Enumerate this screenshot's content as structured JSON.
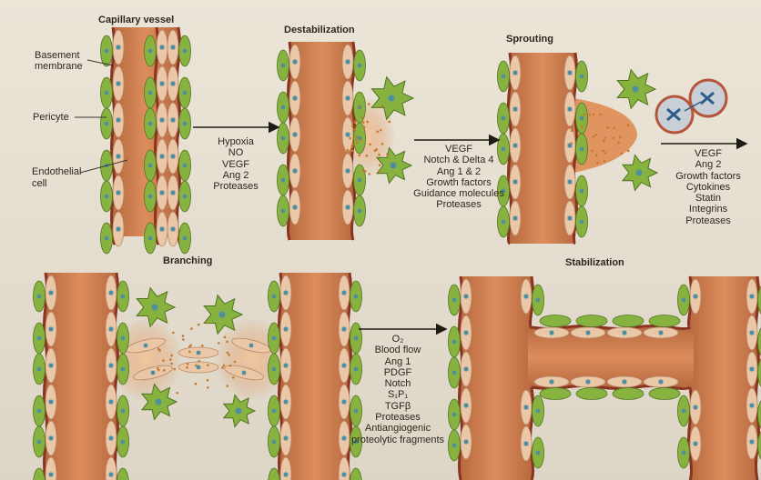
{
  "corner_mark": "",
  "stages": {
    "capillary": "Capillary vessel",
    "destabilization": "Destabilization",
    "sprouting": "Sprouting",
    "branching": "Branching",
    "stabilization": "Stabilization"
  },
  "labels": {
    "basement_membrane": "Basement\nmembrane",
    "pericyte": "Pericyte",
    "endothelial_cell": "Endothelial\ncell"
  },
  "factors": {
    "step1": [
      "Hypoxia",
      "NO",
      "VEGF",
      "Ang 2",
      "Proteases"
    ],
    "step2": [
      "VEGF",
      "Notch & Delta 4",
      "Ang 1 & 2",
      "Growth factors",
      "Guidance molecules",
      "Proteases"
    ],
    "step3": [
      "VEGF",
      "Ang 2",
      "Growth factors",
      "Cytokines",
      "Statin",
      "Integrins",
      "Proteases"
    ],
    "step4": [
      "O₂",
      "Blood flow",
      "Ang 1",
      "PDGF",
      "Notch",
      "S₁P₁",
      "TGFβ",
      "Proteases",
      "Antiangiogenic",
      "proteolytic fragments"
    ]
  },
  "colors": {
    "vessel": "#c9764a",
    "vessel_edge": "#8a3320",
    "endothelial": "#e9c7a7",
    "pericyte": "#88b23f",
    "pericyte_edge": "#4f7420",
    "nucleus": "#4f8fa0",
    "arrow": "#1e1a16"
  }
}
